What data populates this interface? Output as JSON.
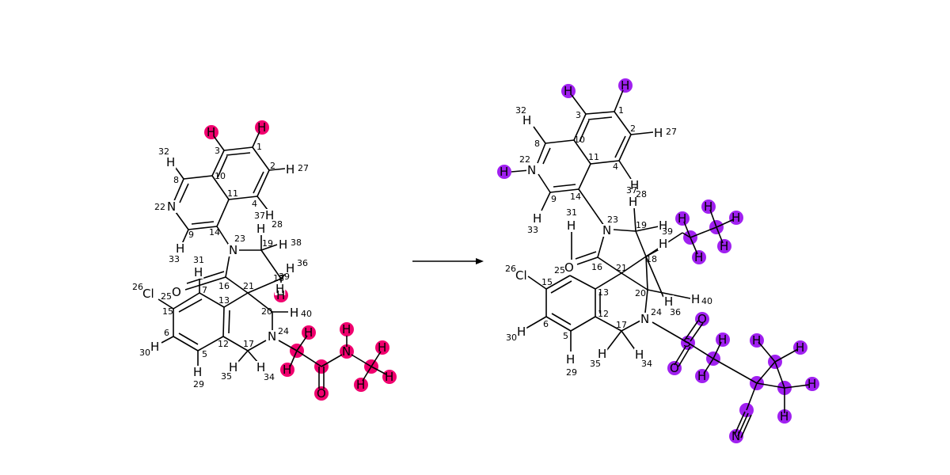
{
  "colors": {
    "reactant_highlight": "#f0006e",
    "product_highlight": "#a020f0",
    "bond": "#000000",
    "text": "#000000"
  },
  "reactant": {
    "atom_labels": {
      "n22": "N",
      "n23": "N",
      "n24": "N",
      "cl26": "Cl",
      "o_ketone": "O",
      "h32": "H",
      "h27": "H",
      "h28": "H",
      "h33": "H",
      "h31": "H",
      "h30": "H",
      "h29": "H",
      "h35": "H",
      "h34": "H",
      "h38": "H",
      "h36": "H",
      "h40": "H",
      "h19": "H",
      "h39": "H"
    },
    "atom_indices": {
      "i1": "1",
      "i2": "2",
      "i3": "3",
      "i4": "4",
      "i5": "5",
      "i6": "6",
      "i7": "7",
      "i8": "8",
      "i9": "9",
      "i10": "10",
      "i11": "11",
      "i12": "12",
      "i13": "13",
      "i14": "14",
      "i15": "15",
      "i16": "16",
      "i17": "17",
      "i18": "18",
      "i19": "19",
      "i20": "20",
      "i21": "21",
      "i22": "22",
      "i23": "23",
      "i24": "24",
      "i25": "25",
      "i26": "26",
      "i27": "27",
      "i28": "28",
      "i29": "29",
      "i30": "30",
      "i31": "31",
      "i32": "32",
      "i33": "33",
      "i34": "34",
      "i35": "35",
      "i36": "36",
      "i37": "37",
      "i38": "38",
      "i39": "39",
      "i40": "40"
    },
    "highlighted_atoms": {
      "h_top1": "H",
      "h_top2": "H",
      "h_ring": "H",
      "c_a": "C",
      "h_a1": "H",
      "h_a2": "H",
      "c_carbonyl": "C",
      "o_carbonyl": "O",
      "n_amide": "N",
      "h_amide": "H",
      "c_methyl": "C",
      "h_m1": "H",
      "h_m2": "H",
      "h_m3": "H"
    }
  },
  "product": {
    "atom_labels": {
      "n22": "N",
      "n23": "N",
      "n24": "N",
      "cl26": "Cl",
      "o_ketone": "O",
      "h32": "H",
      "h27": "H",
      "h28": "H",
      "h33": "H",
      "h31": "H",
      "h30": "H",
      "h29": "H",
      "h35": "H",
      "h34": "H",
      "h36": "H",
      "h40": "H",
      "h19": "H",
      "h39": "H",
      "h37": "H",
      "h18": "H"
    },
    "atom_indices": {
      "i1": "1",
      "i2": "2",
      "i3": "3",
      "i4": "4",
      "i5": "5",
      "i6": "6",
      "i8": "8",
      "i9": "9",
      "i10": "10",
      "i11": "11",
      "i12": "12",
      "i13": "13",
      "i14": "14",
      "i15": "15",
      "i16": "16",
      "i17": "17",
      "i18": "18",
      "i19": "19",
      "i20": "20",
      "i21": "21",
      "i22": "22",
      "i23": "23",
      "i24": "24",
      "i25": "25",
      "i26": "26",
      "i27": "27",
      "i28": "28",
      "i29": "29",
      "i30": "30",
      "i31": "31",
      "i32": "32",
      "i33": "33",
      "i34": "34",
      "i35": "35",
      "i36": "36",
      "i37": "37",
      "i39": "39",
      "i40": "40"
    },
    "highlighted_atoms": {
      "h_top1": "H",
      "h_top2": "H",
      "h_n": "H",
      "c_eth1": "C",
      "c_eth2": "C",
      "h_e1": "H",
      "h_e2": "H",
      "h_e3": "H",
      "h_e4": "H",
      "h_e5": "H",
      "s": "S",
      "o_s1": "O",
      "o_s2": "O",
      "c_s": "C",
      "h_s1": "H",
      "h_s2": "H",
      "c_q": "C",
      "c_cn": "C",
      "n_cn": "N",
      "c_m": "C",
      "h_m1": "H",
      "h_m2": "H",
      "c_m2": "C",
      "h_m3": "H",
      "h_m4": "H"
    }
  }
}
